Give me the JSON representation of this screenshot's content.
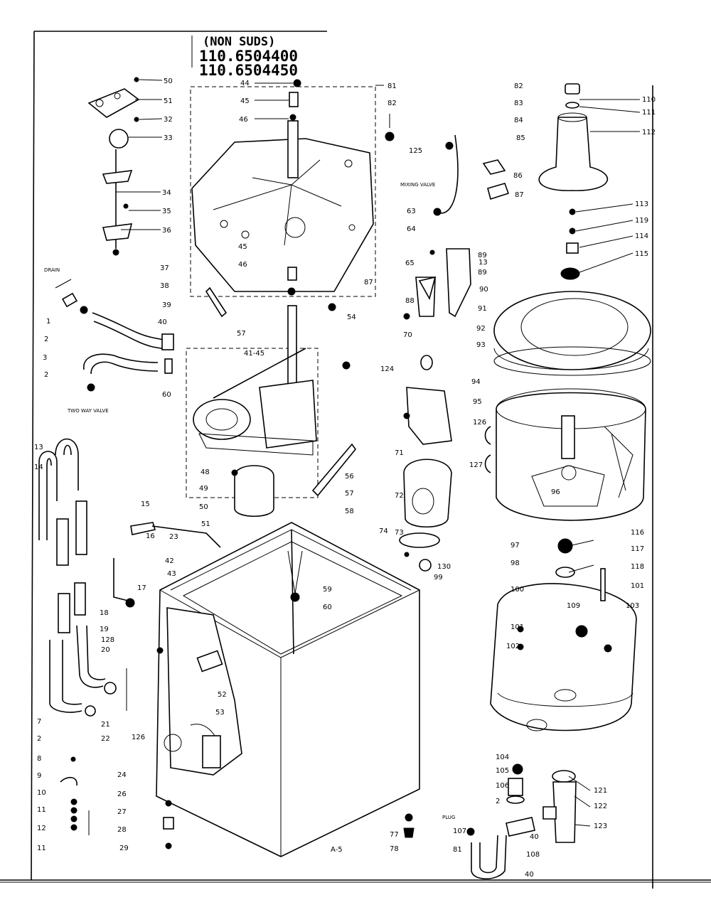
{
  "header": {
    "line1": "(NON SUDS)",
    "line2": "110.6504400",
    "line3": "110.6504450"
  },
  "sheet_code": "A-5",
  "text_labels": {
    "drain": "DRAIN",
    "two_way_valve": "TWO WAY VALVE",
    "mixing_valve": "MIXING VALVE",
    "plug": "PLUG"
  },
  "callouts": [
    {
      "id": "c50",
      "text": "50"
    },
    {
      "id": "c51",
      "text": "51"
    },
    {
      "id": "c32",
      "text": "32"
    },
    {
      "id": "c33",
      "text": "33"
    },
    {
      "id": "c34",
      "text": "34"
    },
    {
      "id": "c35",
      "text": "35"
    },
    {
      "id": "c36",
      "text": "36"
    },
    {
      "id": "c44",
      "text": "44"
    },
    {
      "id": "c45a",
      "text": "45"
    },
    {
      "id": "c46a",
      "text": "46"
    },
    {
      "id": "c81",
      "text": "81"
    },
    {
      "id": "c82",
      "text": "82"
    },
    {
      "id": "c45b",
      "text": "45"
    },
    {
      "id": "c46b",
      "text": "46"
    },
    {
      "id": "c37",
      "text": "37"
    },
    {
      "id": "c38",
      "text": "38"
    },
    {
      "id": "c39",
      "text": "39"
    },
    {
      "id": "c40a",
      "text": "40"
    },
    {
      "id": "c57a",
      "text": "57"
    },
    {
      "id": "c1a",
      "text": "1"
    },
    {
      "id": "c2a",
      "text": "2"
    },
    {
      "id": "c3",
      "text": "3"
    },
    {
      "id": "c2b",
      "text": "2"
    },
    {
      "id": "c60",
      "text": "60"
    },
    {
      "id": "c4145",
      "text": "41-45"
    },
    {
      "id": "c54",
      "text": "54"
    },
    {
      "id": "c87",
      "text": "87"
    },
    {
      "id": "c124",
      "text": "124"
    },
    {
      "id": "c82b",
      "text": "82"
    },
    {
      "id": "c83",
      "text": "83"
    },
    {
      "id": "c84",
      "text": "84"
    },
    {
      "id": "c85",
      "text": "85"
    },
    {
      "id": "c125",
      "text": "125"
    },
    {
      "id": "c63",
      "text": "63"
    },
    {
      "id": "c64",
      "text": "64"
    },
    {
      "id": "c86",
      "text": "86"
    },
    {
      "id": "c87b",
      "text": "87"
    },
    {
      "id": "c65",
      "text": "65"
    },
    {
      "id": "c88",
      "text": "88"
    },
    {
      "id": "c70",
      "text": "70"
    },
    {
      "id": "c89",
      "text": "89"
    },
    {
      "id": "c13b",
      "text": "13"
    },
    {
      "id": "c89b",
      "text": "89"
    },
    {
      "id": "c90",
      "text": "90"
    },
    {
      "id": "c91",
      "text": "91"
    },
    {
      "id": "c92",
      "text": "92"
    },
    {
      "id": "c93",
      "text": "93"
    },
    {
      "id": "c94",
      "text": "94"
    },
    {
      "id": "c95",
      "text": "95"
    },
    {
      "id": "c110",
      "text": "110"
    },
    {
      "id": "c111",
      "text": "111"
    },
    {
      "id": "c112",
      "text": "112"
    },
    {
      "id": "c113",
      "text": "113"
    },
    {
      "id": "c119",
      "text": "119"
    },
    {
      "id": "c114",
      "text": "114"
    },
    {
      "id": "c115",
      "text": "115"
    },
    {
      "id": "c13",
      "text": "13"
    },
    {
      "id": "c14",
      "text": "14"
    },
    {
      "id": "c48",
      "text": "48"
    },
    {
      "id": "c49",
      "text": "49"
    },
    {
      "id": "c50b",
      "text": "50"
    },
    {
      "id": "c51b",
      "text": "51"
    },
    {
      "id": "c56",
      "text": "56"
    },
    {
      "id": "c57b",
      "text": "57"
    },
    {
      "id": "c58",
      "text": "58"
    },
    {
      "id": "c15",
      "text": "15"
    },
    {
      "id": "c16",
      "text": "16"
    },
    {
      "id": "c42",
      "text": "42"
    },
    {
      "id": "c43",
      "text": "43"
    },
    {
      "id": "c23",
      "text": "23"
    },
    {
      "id": "c17",
      "text": "17"
    },
    {
      "id": "c18",
      "text": "18"
    },
    {
      "id": "c19",
      "text": "19"
    },
    {
      "id": "c128",
      "text": "128"
    },
    {
      "id": "c20",
      "text": "20"
    },
    {
      "id": "c21",
      "text": "21"
    },
    {
      "id": "c22",
      "text": "22"
    },
    {
      "id": "c7",
      "text": "7"
    },
    {
      "id": "c2c",
      "text": "2"
    },
    {
      "id": "c8",
      "text": "8"
    },
    {
      "id": "c9",
      "text": "9"
    },
    {
      "id": "c10",
      "text": "10"
    },
    {
      "id": "c11a",
      "text": "11"
    },
    {
      "id": "c12",
      "text": "12"
    },
    {
      "id": "c11b",
      "text": "11"
    },
    {
      "id": "c126",
      "text": "126"
    },
    {
      "id": "c24",
      "text": "24"
    },
    {
      "id": "c26",
      "text": "26"
    },
    {
      "id": "c27",
      "text": "27"
    },
    {
      "id": "c28",
      "text": "28"
    },
    {
      "id": "c29",
      "text": "29"
    },
    {
      "id": "c59",
      "text": "59"
    },
    {
      "id": "c60b",
      "text": "60"
    },
    {
      "id": "c52",
      "text": "52"
    },
    {
      "id": "c53",
      "text": "53"
    },
    {
      "id": "c71",
      "text": "71"
    },
    {
      "id": "c72",
      "text": "72"
    },
    {
      "id": "c73",
      "text": "73"
    },
    {
      "id": "c74",
      "text": "74"
    },
    {
      "id": "c130",
      "text": "130"
    },
    {
      "id": "c99",
      "text": "99"
    },
    {
      "id": "c96",
      "text": "96"
    },
    {
      "id": "c97",
      "text": "97"
    },
    {
      "id": "c98",
      "text": "98"
    },
    {
      "id": "c100",
      "text": "100"
    },
    {
      "id": "c101",
      "text": "101"
    },
    {
      "id": "c102",
      "text": "102"
    },
    {
      "id": "c103",
      "text": "103"
    },
    {
      "id": "c109",
      "text": "109"
    },
    {
      "id": "c116",
      "text": "116"
    },
    {
      "id": "c117",
      "text": "117"
    },
    {
      "id": "c118",
      "text": "118"
    },
    {
      "id": "c101b",
      "text": "101"
    },
    {
      "id": "c126b",
      "text": "126"
    },
    {
      "id": "c127",
      "text": "127"
    },
    {
      "id": "c104",
      "text": "104"
    },
    {
      "id": "c105",
      "text": "105"
    },
    {
      "id": "c106",
      "text": "106"
    },
    {
      "id": "c2d",
      "text": "2"
    },
    {
      "id": "c107",
      "text": "107"
    },
    {
      "id": "c81b",
      "text": "81"
    },
    {
      "id": "c40b",
      "text": "40"
    },
    {
      "id": "c108",
      "text": "108"
    },
    {
      "id": "c40c",
      "text": "40"
    },
    {
      "id": "c121",
      "text": "121"
    },
    {
      "id": "c122",
      "text": "122"
    },
    {
      "id": "c123",
      "text": "123"
    },
    {
      "id": "c77",
      "text": "77"
    },
    {
      "id": "c78",
      "text": "78"
    }
  ]
}
